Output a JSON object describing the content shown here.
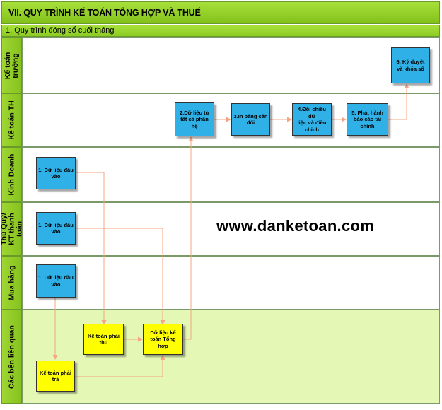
{
  "title": "VII. QUY TRÌNH KẾ TOÁN TỔNG HỢP VÀ THUẾ",
  "subtitle": "1. Quy trình đóng sổ cuối tháng",
  "lanes": [
    {
      "label": "Kế toán\ntrưởng"
    },
    {
      "label": "Kế toán TH"
    },
    {
      "label": "Kinh Doanh"
    },
    {
      "label": "Thủ Quỹ/\nKT thanh\ntoán"
    },
    {
      "label": "Mua hàng"
    },
    {
      "label": "Các bên liên quan"
    }
  ],
  "boxes": {
    "b6": "6. Ký duyệt\nvà khóa sổ",
    "b2": "2.Dữ liệu từ\ntất cả phân\nhệ",
    "b3": "3.In bảng cân\nđối",
    "b4": "4.Đối chiếu dữ\nliệu và điều\nchỉnh",
    "b5": "5. Phát hành\nbáo cáo tài\nchính",
    "kd": "1. Dữ liệu đầu\nvào",
    "tq": "1. Dữ liệu đầu\nvào",
    "mh": "1. Dữ liệu đầu\nvào",
    "ktpthu": "Kế toán phải\nthu",
    "dlktth": "Dữ liệu kế\ntoán Tổng\nhợp",
    "ktptra": "Kế toán phải\ntrả"
  },
  "watermark": "www.danketoan.com",
  "colors": {
    "lane_green": "#8fcb24",
    "box_blue": "#2fb0e6",
    "box_yellow": "#ffff00",
    "connector": "#f4a582"
  }
}
